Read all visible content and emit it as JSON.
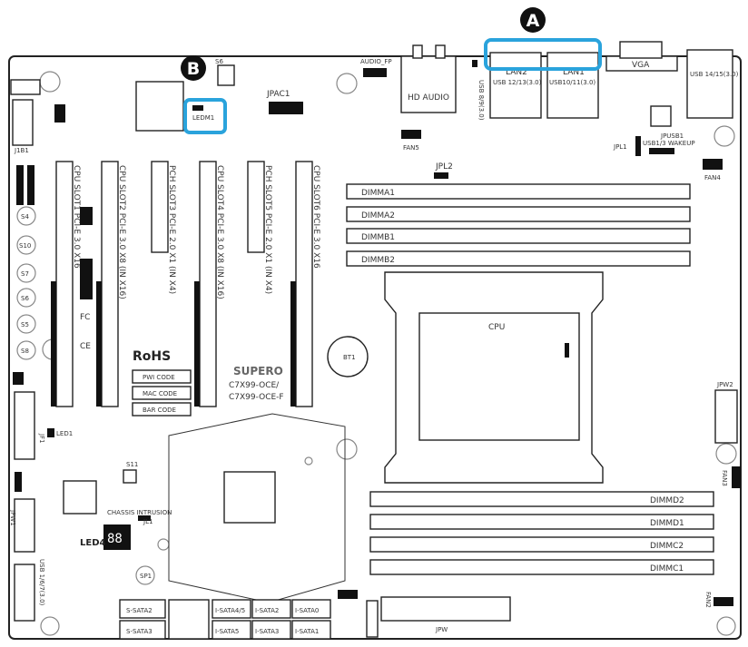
{
  "callouts": {
    "a": "A",
    "b": "B"
  },
  "board": {
    "lan2": "LAN2",
    "lan2_sub": "USB 12/13(3.0)",
    "lan1": "LAN1",
    "lan1_sub": "USB10/11(3.0)",
    "vga": "VGA",
    "usb_rear": "USB 14/15(3.0)",
    "hd_audio": "HD AUDIO",
    "audio_fp": "AUDIO_FP",
    "usb_8_9": "USB 8/9(3.0)",
    "jpac1": "JPAC1",
    "ledm1": "LEDM1",
    "jpusb1": "JPUSB1",
    "usb_wakeup": "USB1/3 WAKEUP",
    "jpl1": "JPL1",
    "jpl2": "JPL2",
    "fan5": "FAN5",
    "fan4": "FAN4",
    "fan3": "FAN3",
    "fan2": "FAN2",
    "cpu": "CPU",
    "bt1": "BT1",
    "dimma1": "DIMMA1",
    "dimma2": "DIMMA2",
    "dimmb1": "DIMMB1",
    "dimmb2": "DIMMB2",
    "dimmd2": "DIMMD2",
    "dimmd1": "DIMMD1",
    "dimmc2": "DIMMC2",
    "dimmc1": "DIMMC1",
    "slot1": "CPU SLOT1 PCI-E 3.0 X16",
    "slot2": "CPU SLOT2 PCI-E 3.0 X8 (IN X16)",
    "slot3": "PCH SLOT3 PCI-E 2.0 X1 (IN X4)",
    "slot4": "CPU SLOT4 PCI-E 3.0 X8 (IN X16)",
    "slot5": "PCH SLOT5 PCI-E 2.0 X1 (IN X4)",
    "slot6": "CPU SLOT6 PCI-E 3.0 X16",
    "rohs": "RoHS",
    "pwi_code": "PWI CODE",
    "mac_code": "MAC CODE",
    "bar_code": "BAR CODE",
    "brand": "SUPERO",
    "model1": "C7X99-OCE/",
    "model2": "C7X99-OCE-F",
    "chassis": "CHASSIS INTRUSION",
    "jl1": "JL1",
    "led4": "LED4",
    "led4_digits": "88",
    "sp1": "SP1",
    "s11": "S11",
    "led1": "LED1",
    "jf1": "JF1",
    "jpw1": "JPW1",
    "jpw2": "JPW2",
    "jpw": "JPW",
    "usb_front": "USB 1/6/7(3.0)",
    "sata": [
      "S-SATA2",
      "S-SATA3",
      "I-SATA4/5",
      "I-SATA5",
      "I-SATA2",
      "I-SATA3",
      "I-SATA0",
      "I-SATA1"
    ],
    "s_labels": [
      "S4",
      "S10",
      "S7",
      "S6",
      "S5",
      "S8"
    ],
    "fcc": "FC",
    "ce": "CE"
  }
}
